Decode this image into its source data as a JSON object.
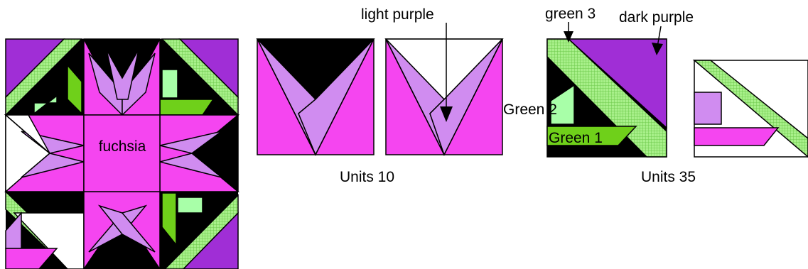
{
  "colors": {
    "fuchsia": "#f545f0",
    "light_purple": "#d08cf0",
    "dark_purple": "#a02ed6",
    "green1": "#6fd01a",
    "green2": "#a8ffa8",
    "green3": "#a8f08a",
    "black": "#000000",
    "white": "#ffffff"
  },
  "labels": {
    "light_purple": "light purple",
    "green3": "green 3",
    "dark_purple": "dark purple",
    "green2": "Green 2",
    "green1": "Green 1",
    "fuchsia": "fuchsia"
  },
  "captions": {
    "units10": "Units 10",
    "units35": "Units 35"
  }
}
